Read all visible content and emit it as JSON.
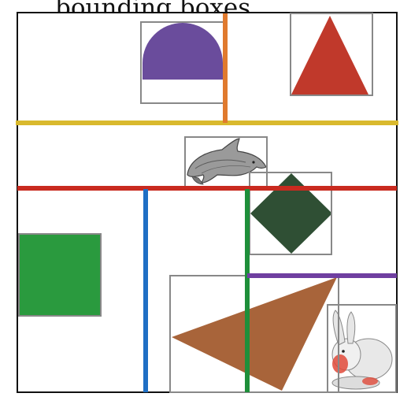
{
  "title": "bounding boxes.",
  "colors": {
    "frame": "#111111",
    "bbox": "#888888",
    "yellow_line": "#d9b92e",
    "red_line": "#c92a1f",
    "orange_line": "#e07a2e",
    "blue_line": "#1f6fc4",
    "green_line": "#1e8f3a",
    "purple_line": "#6f3fa0",
    "half_disc": "#6a4c9c",
    "triangle_red": "#c0392b",
    "diamond": "#2f4f34",
    "square_green": "#2a9a3e",
    "triangle_brown": "#a8643a"
  },
  "objects": [
    {
      "name": "purple-half-disc",
      "shape": "half-disc"
    },
    {
      "name": "red-triangle",
      "shape": "triangle"
    },
    {
      "name": "dolphin",
      "shape": "dolphin-figure"
    },
    {
      "name": "dark-green-diamond",
      "shape": "diamond"
    },
    {
      "name": "green-square",
      "shape": "square"
    },
    {
      "name": "brown-triangle",
      "shape": "triangle"
    },
    {
      "name": "bunny",
      "shape": "bunny-figure"
    }
  ],
  "split_lines": [
    {
      "name": "yellow-split-line",
      "orientation": "horizontal"
    },
    {
      "name": "red-split-line",
      "orientation": "horizontal"
    },
    {
      "name": "orange-split-line",
      "orientation": "vertical"
    },
    {
      "name": "blue-split-line",
      "orientation": "vertical"
    },
    {
      "name": "green-split-line",
      "orientation": "vertical"
    },
    {
      "name": "purple-split-line",
      "orientation": "horizontal"
    }
  ]
}
